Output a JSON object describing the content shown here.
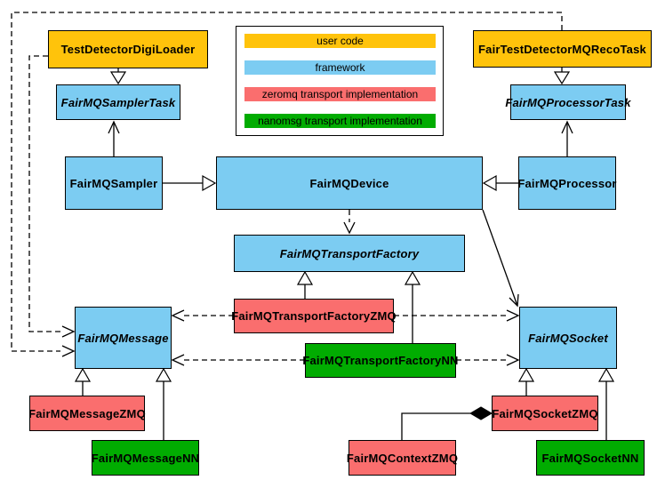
{
  "colors": {
    "user_code": "#FFC30B",
    "framework": "#7CCCF2",
    "zeromq": "#FA6E6E",
    "nanomsg": "#01AC01",
    "line": "#000000",
    "background": "#FFFFFF"
  },
  "legend": {
    "items": [
      {
        "label": "user code",
        "role": "user_code"
      },
      {
        "label": "framework",
        "role": "framework"
      },
      {
        "label": "zeromq transport implementation",
        "role": "zeromq"
      },
      {
        "label": "nanomsg transport implementation",
        "role": "nanomsg"
      }
    ]
  },
  "nodes": {
    "testDetectorDigiLoader": {
      "label": "TestDetectorDigiLoader"
    },
    "fairTestDetectorMQRecoTask": {
      "label": "FairTestDetectorMQRecoTask"
    },
    "fairMQSamplerTask": {
      "label": "FairMQSamplerTask"
    },
    "fairMQProcessorTask": {
      "label": "FairMQProcessorTask"
    },
    "fairMQSampler": {
      "label": "FairMQSampler"
    },
    "fairMQDevice": {
      "label": "FairMQDevice"
    },
    "fairMQProcessor": {
      "label": "FairMQProcessor"
    },
    "fairMQTransportFactory": {
      "label": "FairMQTransportFactory"
    },
    "fairMQTransportFactoryZMQ": {
      "label": "FairMQTransportFactoryZMQ"
    },
    "fairMQTransportFactoryNN": {
      "label": "FairMQTransportFactoryNN"
    },
    "fairMQMessage": {
      "label": "FairMQMessage"
    },
    "fairMQSocket": {
      "label": "FairMQSocket"
    },
    "fairMQMessageZMQ": {
      "label": "FairMQMessageZMQ"
    },
    "fairMQMessageNN": {
      "label": "FairMQMessageNN"
    },
    "fairMQContextZMQ": {
      "label": "FairMQContextZMQ"
    },
    "fairMQSocketZMQ": {
      "label": "FairMQSocketZMQ"
    },
    "fairMQSocketNN": {
      "label": "FairMQSocketNN"
    }
  },
  "edges": [
    {
      "from": "TestDetectorDigiLoader",
      "to": "FairMQSamplerTask",
      "relation": "inheritance"
    },
    {
      "from": "FairTestDetectorMQRecoTask",
      "to": "FairMQProcessorTask",
      "relation": "inheritance"
    },
    {
      "from": "FairMQSampler",
      "to": "FairMQSamplerTask",
      "relation": "association"
    },
    {
      "from": "FairMQProcessor",
      "to": "FairMQProcessorTask",
      "relation": "association"
    },
    {
      "from": "FairMQSampler",
      "to": "FairMQDevice",
      "relation": "inheritance"
    },
    {
      "from": "FairMQProcessor",
      "to": "FairMQDevice",
      "relation": "inheritance"
    },
    {
      "from": "FairMQDevice",
      "to": "FairMQTransportFactory",
      "relation": "dependency-dashed"
    },
    {
      "from": "FairMQDevice",
      "to": "FairMQSocket",
      "relation": "association"
    },
    {
      "from": "FairMQTransportFactoryZMQ",
      "to": "FairMQTransportFactory",
      "relation": "inheritance"
    },
    {
      "from": "FairMQTransportFactoryNN",
      "to": "FairMQTransportFactory",
      "relation": "inheritance"
    },
    {
      "from": "FairMQTransportFactoryZMQ",
      "to": "FairMQMessage",
      "relation": "dependency-dashed"
    },
    {
      "from": "FairMQTransportFactoryZMQ",
      "to": "FairMQSocket",
      "relation": "dependency-dashed"
    },
    {
      "from": "FairMQTransportFactoryNN",
      "to": "FairMQMessage",
      "relation": "dependency-dashed"
    },
    {
      "from": "FairMQTransportFactoryNN",
      "to": "FairMQSocket",
      "relation": "dependency-dashed"
    },
    {
      "from": "TestDetectorDigiLoader",
      "to": "FairMQMessage",
      "relation": "dependency-dashed"
    },
    {
      "from": "FairTestDetectorMQRecoTask",
      "to": "FairMQMessage",
      "relation": "dependency-dashed"
    },
    {
      "from": "FairMQMessageZMQ",
      "to": "FairMQMessage",
      "relation": "inheritance"
    },
    {
      "from": "FairMQMessageNN",
      "to": "FairMQMessage",
      "relation": "inheritance"
    },
    {
      "from": "FairMQSocketZMQ",
      "to": "FairMQSocket",
      "relation": "inheritance"
    },
    {
      "from": "FairMQSocketNN",
      "to": "FairMQSocket",
      "relation": "inheritance"
    },
    {
      "from": "FairMQContextZMQ",
      "to": "FairMQSocketZMQ",
      "relation": "composition"
    }
  ]
}
